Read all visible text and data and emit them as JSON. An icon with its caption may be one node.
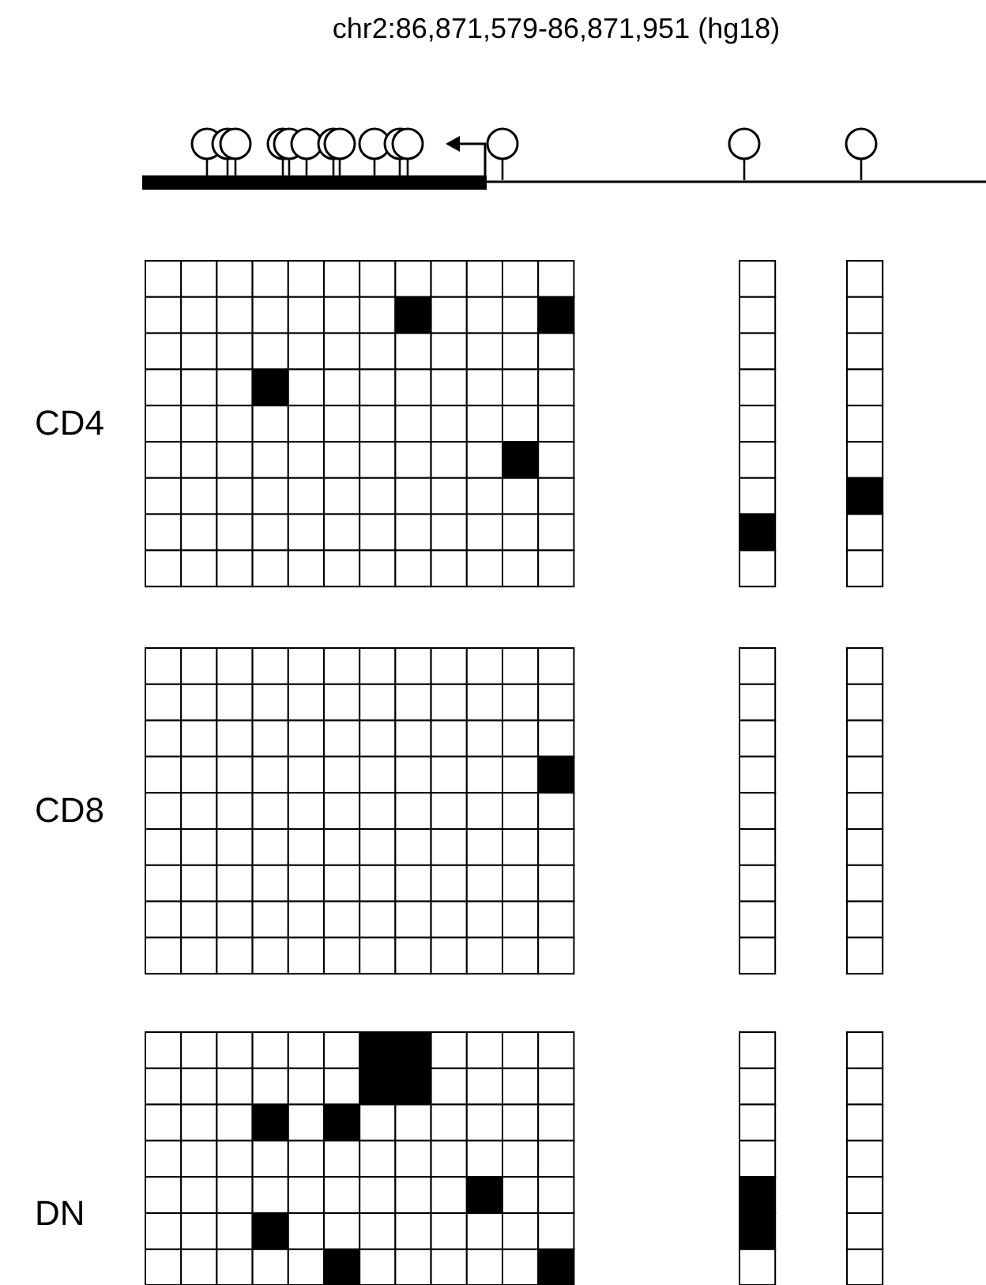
{
  "diagram": {
    "title": "chr2:86,871,579-86,871,951 (hg18)",
    "labels": [
      "CD4",
      "CD8",
      "DN"
    ]
  }
}
